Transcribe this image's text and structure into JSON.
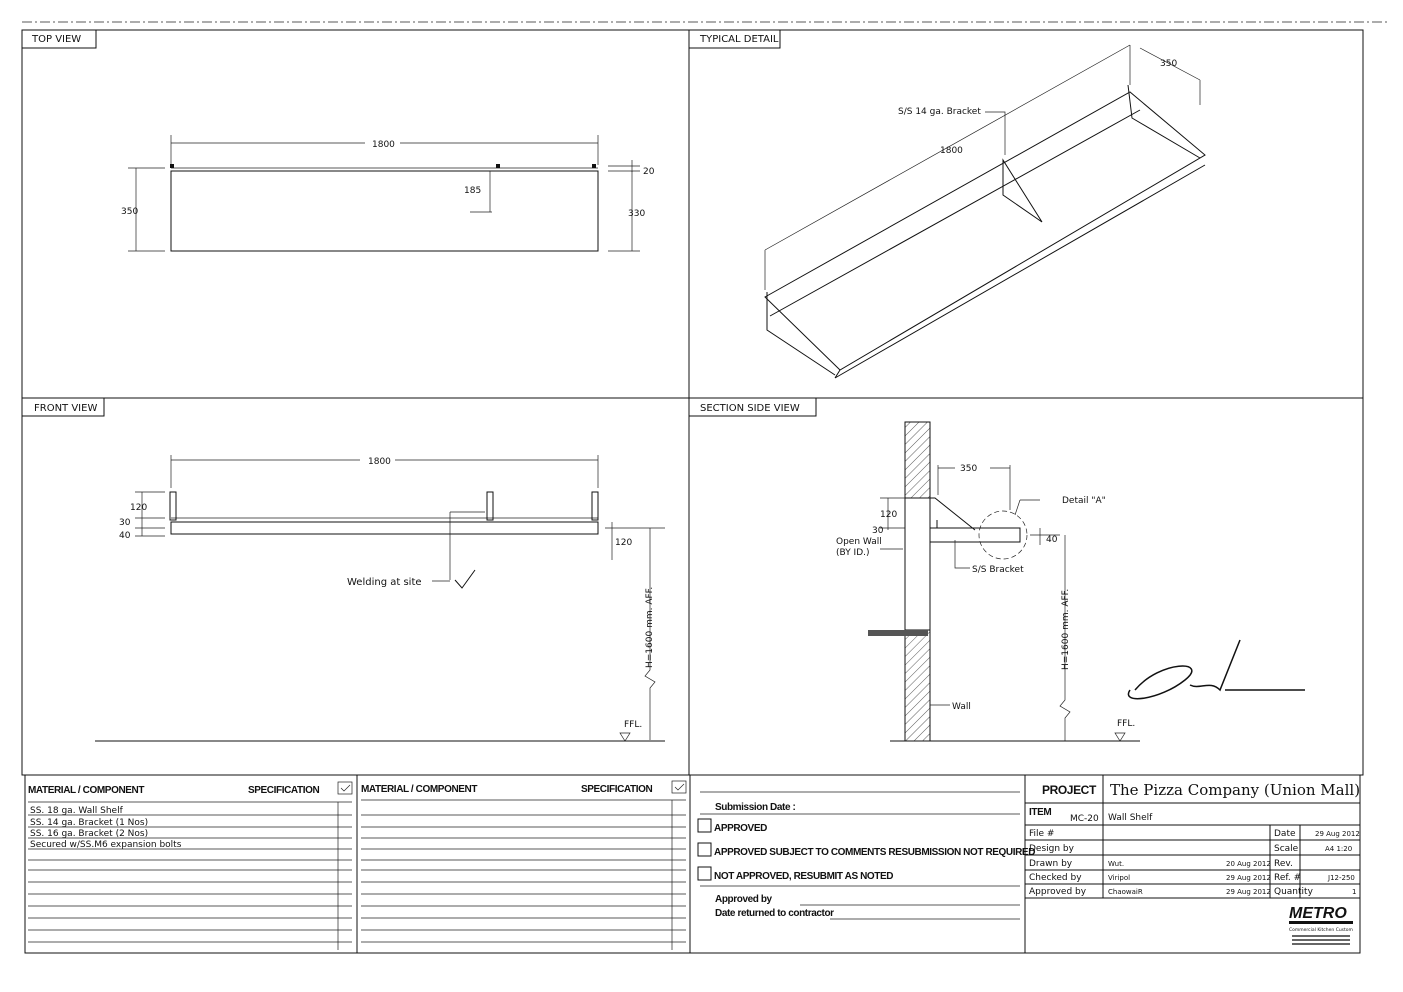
{
  "views": {
    "top": {
      "label": "TOP VIEW",
      "dims": {
        "length": "1800",
        "depth": "350",
        "inner": "330",
        "lip": "20",
        "bracket": "185"
      }
    },
    "typical": {
      "label": "TYPICAL DETAIL",
      "bracket_note": "S/S 14 ga. Bracket",
      "length": "1800",
      "depth": "350"
    },
    "front": {
      "label": "FRONT VIEW",
      "dims": {
        "length": "1800",
        "h120": "120",
        "h30": "30",
        "h40": "40",
        "right120": "120"
      },
      "welding": "Welding at site",
      "height": "H=1600 mm. AFF.",
      "ffl": "FFL."
    },
    "section": {
      "label": "SECTION SIDE VIEW",
      "depth": "350",
      "h120": "120",
      "h30": "30",
      "h40": "40",
      "open_wall": "Open Wall",
      "by": "(BY ID.)",
      "detail": "Detail \"A\"",
      "bracket": "S/S Bracket",
      "wall": "Wall",
      "height": "H=1600 mm. AFF.",
      "ffl": "FFL."
    }
  },
  "materials_left": {
    "col_material": "MATERIAL / COMPONENT",
    "col_spec": "SPECIFICATION",
    "rows": [
      "SS. 18 ga. Wall Shelf",
      "SS. 14 ga. Bracket (1 Nos)",
      "SS. 16 ga. Bracket (2 Nos)",
      "Secured w/SS.M6 expansion bolts"
    ]
  },
  "materials_right": {
    "col_material": "MATERIAL / COMPONENT",
    "col_spec": "SPECIFICATION"
  },
  "submission": {
    "date_label": "Submission Date :",
    "options": [
      "APPROVED",
      "APPROVED SUBJECT TO COMMENTS RESUBMISSION NOT REQUIRED",
      "NOT APPROVED, RESUBMIT AS NOTED"
    ],
    "approved_by": "Approved by",
    "date_returned": "Date returned to contractor"
  },
  "title_block": {
    "project_label": "PROJECT",
    "project": "The Pizza Company (Union Mall)",
    "item_label": "ITEM",
    "item_code": "MC-20",
    "item": "Wall Shelf",
    "file_label": "File #",
    "design_label": "Design by",
    "drawn_label": "Drawn by",
    "drawn_by": "Wut.",
    "drawn_date": "20 Aug 2012",
    "checked_label": "Checked by",
    "checked_by": "Viripol",
    "checked_date": "29 Aug 2012",
    "approved_label": "Approved by",
    "approved_by": "ChaowaiR",
    "approved_date": "29 Aug 2012",
    "date_label": "Date",
    "date": "29 Aug 2012",
    "scale_label": "Scale",
    "scale": "A4 1:20",
    "rev_label": "Rev.",
    "ref_label": "Ref. #",
    "ref": "J12-250",
    "qty_label": "Quantity",
    "qty": "1",
    "logo": "METRO",
    "logo_sub": "Commercial Kitchen Custom"
  }
}
